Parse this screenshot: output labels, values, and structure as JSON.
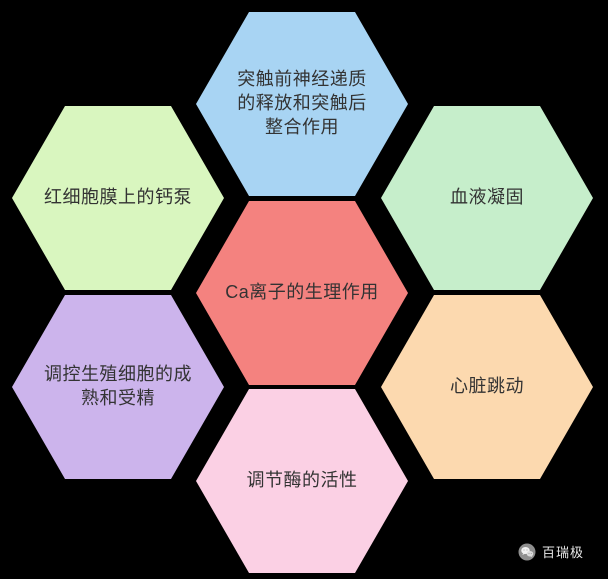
{
  "canvas": {
    "background": "#000000",
    "text_color": "#333333"
  },
  "diagram": {
    "title_hexagon": {
      "label": "Ca离子的生理作用",
      "color": "#f4827f"
    },
    "top": {
      "label": "突触前神经递质\n的释放和突触后\n整合作用",
      "color": "#a8d4f3"
    },
    "top_left": {
      "label": "红细胞膜上的钙泵",
      "color": "#d9f6bf"
    },
    "top_right": {
      "label": "血液凝固",
      "color": "#c6eecb"
    },
    "bottom_left": {
      "label": "调控生殖细胞的成\n熟和受精",
      "color": "#ccb4ec"
    },
    "bottom_right": {
      "label": "心脏跳动",
      "color": "#fcd9af"
    },
    "bottom": {
      "label": "调节酶的活性",
      "color": "#fbd0e4"
    }
  },
  "footer": {
    "brand": "百瑞极",
    "icon": "wechat-icon"
  }
}
